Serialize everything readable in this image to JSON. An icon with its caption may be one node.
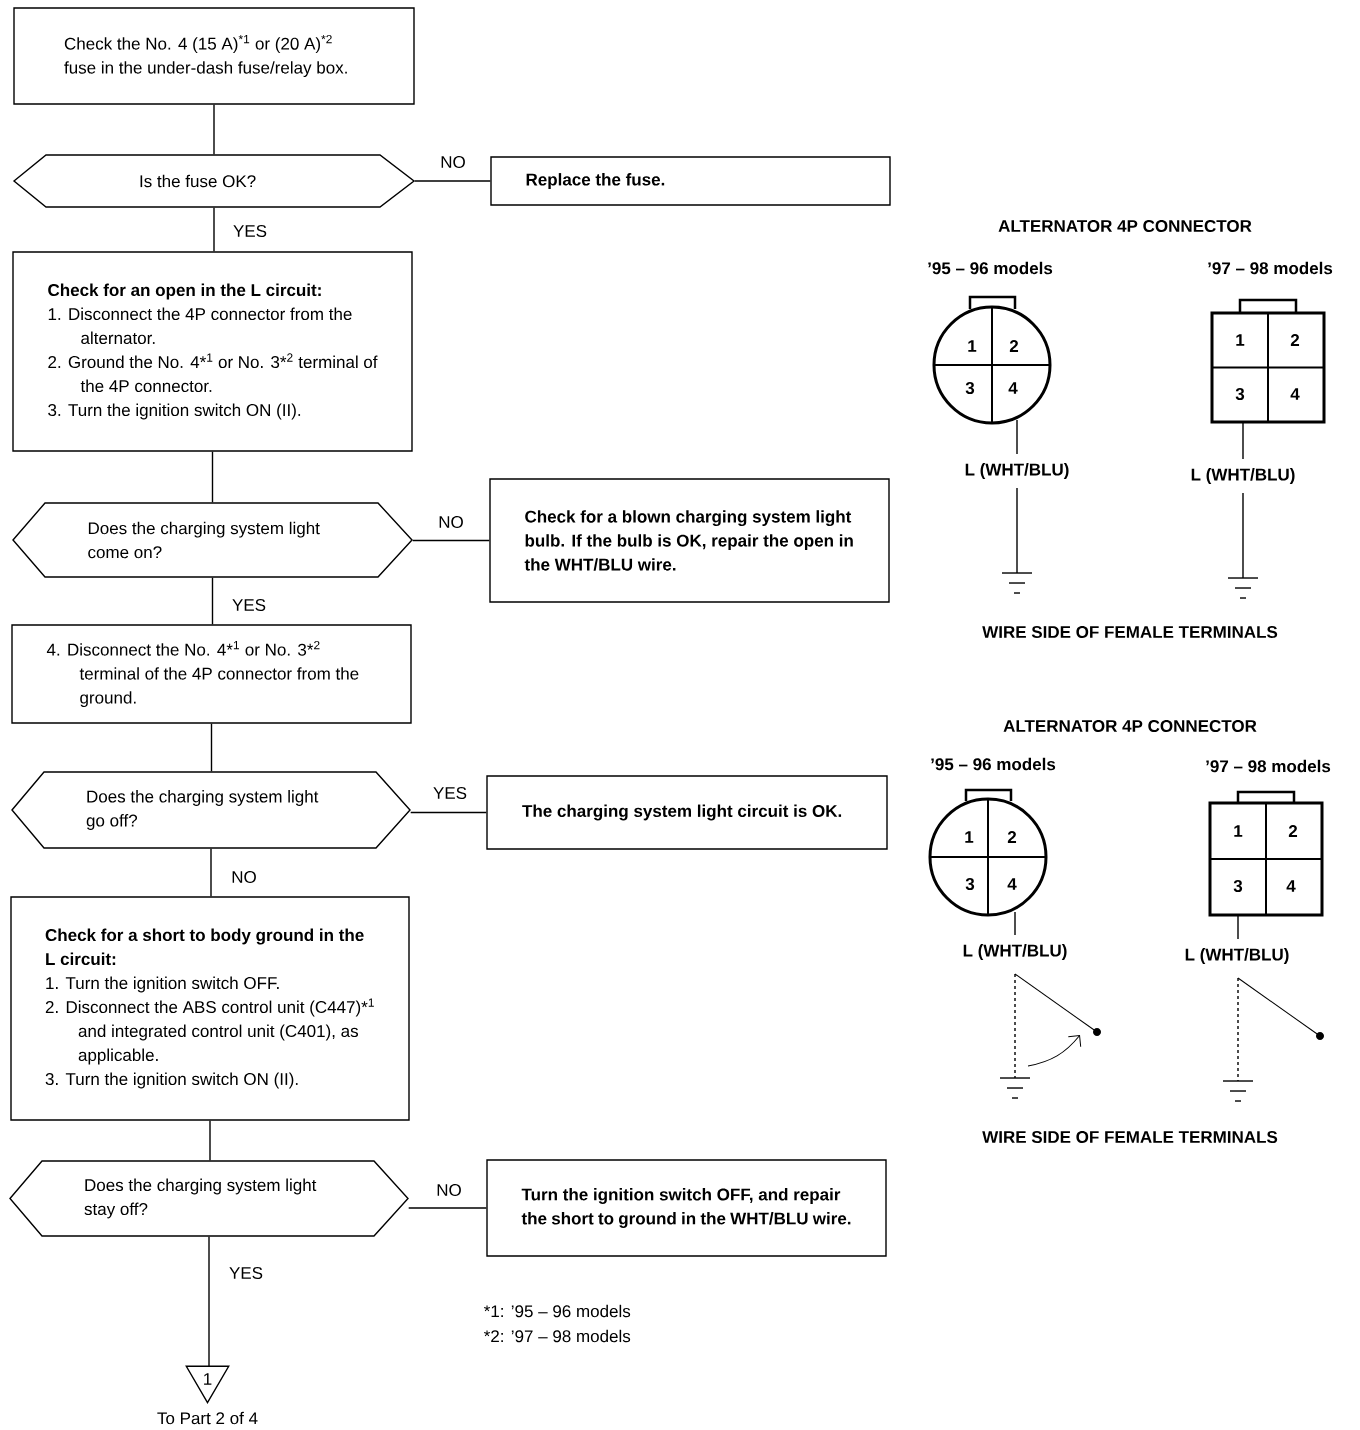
{
  "diagram": {
    "nodes": [
      {
        "text": [
          "Check the No. 4 (15 A)$^{*1}$ or (20 A)$^{*2}$ fuse in the under-dash fuse/relay box."
        ]
      },
      {
        "text": [
          "Is the fuse OK?"
        ]
      },
      {
        "text": [
          "Replace the fuse."
        ]
      },
      {
        "text": [
          "Check for an open in the L circuit:",
          "1. Disconnect the 4P connector from the alternator.",
          "2. Ground the No. 4*$^{1}$ or No. 3*$^{2}$ terminal of the 4P connector.",
          "3. Turn the ignition switch ON (II)."
        ]
      },
      {
        "text": [
          "Does the charging system light come on?"
        ]
      },
      {
        "text": [
          "Check for a blown charging system light bulb. If the bulb is OK, repair the open in the WHT/BLU wire."
        ]
      },
      {
        "text": [
          "4. Disconnect the No. 4*$^{1}$ or No. 3*$^{2}$ terminal of the 4P connector from the ground."
        ]
      },
      {
        "text": [
          "Does the charging system light go off?"
        ]
      },
      {
        "text": [
          "The charging system light circuit is OK."
        ]
      },
      {
        "text": [
          "Check for a short to body ground in the L circuit:",
          "1. Turn the ignition switch OFF.",
          "2. Disconnect the ABS control unit (C447)*$^{1}$ and integrated control unit (C401), as applicable.",
          "3. Turn the ignition switch ON (II)."
        ]
      },
      {
        "text": [
          "Does the charging system light stay off?"
        ]
      },
      {
        "text": [
          "Turn the ignition switch OFF, and repair the short to ground in the WHT/BLU wire."
        ]
      },
      {
        "text": [
          "1"
        ],
        "beside": [
          "To Part 2 of 4"
        ]
      }
    ],
    "edges": [
      {
        "from": 0,
        "to": 1,
        "arrow": "none"
      },
      {
        "from": 1,
        "to": 2,
        "arrow": "none",
        "label": "NO"
      },
      {
        "from": 1,
        "to": 3,
        "arrow": "none",
        "label": "YES"
      },
      {
        "from": 3,
        "to": 4,
        "arrow": "none"
      },
      {
        "from": 4,
        "to": 5,
        "arrow": "none",
        "label": "NO"
      },
      {
        "from": 4,
        "to": 6,
        "arrow": "none",
        "label": "YES"
      },
      {
        "from": 6,
        "to": 7,
        "arrow": "none"
      },
      {
        "from": 7,
        "to": 8,
        "arrow": "none",
        "label": "YES"
      },
      {
        "from": 7,
        "to": 9,
        "arrow": "none",
        "label": "NO"
      },
      {
        "from": 9,
        "to": 10,
        "arrow": "none"
      },
      {
        "from": 10,
        "to": 11,
        "arrow": "none",
        "label": "NO"
      },
      {
        "from": 10,
        "to": 12,
        "arrow": "none",
        "label": "YES"
      }
    ],
    "labels": [
      "ALTERNATOR 4P CONNECTOR",
      "’95 – 96 models",
      "’97 – 98 models",
      "1",
      "2",
      "3",
      "4",
      "1",
      "2",
      "3",
      "4",
      "L (WHT/BLU)",
      "L (WHT/BLU)",
      "WIRE SIDE OF FEMALE TERMINALS",
      "ALTERNATOR 4P CONNECTOR",
      "’95 – 96 models",
      "’97 – 98 models",
      "1",
      "2",
      "3",
      "4",
      "1",
      "2",
      "3",
      "4",
      "L (WHT/BLU)",
      "L (WHT/BLU)",
      "WIRE SIDE OF FEMALE TERMINALS",
      "*1: ’95 – 96 models",
      "*2: ’97 – 98 models"
    ]
  }
}
